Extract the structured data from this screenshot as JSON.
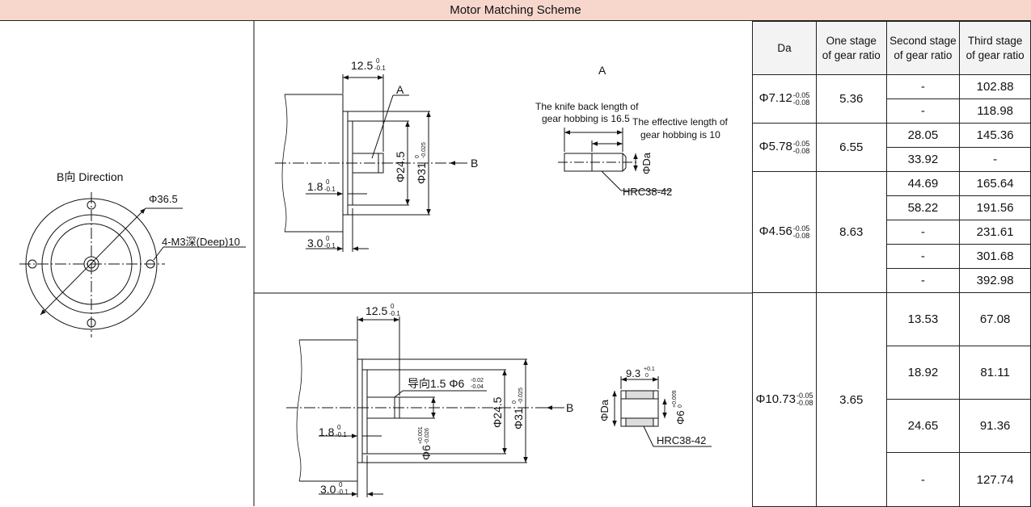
{
  "title": "Motor Matching Scheme",
  "front_view": {
    "direction_label": "B向 Direction",
    "outer_diameter": "Φ36.5",
    "hole_note": "4-M3深(Deep)10"
  },
  "top_view": {
    "length_main": "12.5",
    "length_main_tol_up": "0",
    "length_main_tol_down": "-0.1",
    "label_a": "A",
    "dia_245": "Φ24.5",
    "dia_31": "Φ31",
    "dia_31_tol_up": "0",
    "dia_31_tol_down": "-0.025",
    "dim_18": "1.8",
    "dim_18_tol_up": "0",
    "dim_18_tol_down": "-0.1",
    "dim_30": "3.0",
    "dim_30_tol_up": "0",
    "dim_30_tol_down": "-0.1",
    "arrow_b": "B"
  },
  "detail_a": {
    "title": "A",
    "knife_back_line1": "The knife back length of",
    "knife_back_line2": "gear hobbing is 16.5",
    "effective_line1": "The effective length of",
    "effective_line2": "gear hobbing is 10",
    "phi_da": "ΦDa",
    "hardness": "HRC38-42"
  },
  "bottom_view": {
    "length_main": "12.5",
    "length_main_tol_up": "0",
    "length_main_tol_down": "-0.1",
    "guide_note": "导向1.5 Φ6",
    "guide_tol_up": "-0.02",
    "guide_tol_down": "-0.04",
    "dia_245": "Φ24.5",
    "dia_31": "Φ31",
    "dia_31_tol_up": "0",
    "dia_31_tol_down": "-0.025",
    "dim_18": "1.8",
    "dim_18_tol_up": "0",
    "dim_18_tol_down": "-0.1",
    "dim_30": "3.0",
    "dim_30_tol_up": "0",
    "dim_30_tol_down": "-0.1",
    "shaft_dia": "Φ6",
    "shaft_tol_up": "+0.001",
    "shaft_tol_down": "-0.026",
    "arrow_b": "B"
  },
  "gear_detail": {
    "width": "9.3",
    "width_tol_up": "+0.1",
    "width_tol_down": "0",
    "phi_da": "ΦDa",
    "bore": "Φ6",
    "bore_tol_up": "+0.009",
    "bore_tol_down": "0",
    "hardness": "HRC38-42"
  },
  "table": {
    "headers": {
      "da": "Da",
      "one_stage_l1": "One stage",
      "one_stage_l2": "of gear ratio",
      "two_stage_l1": "Second stage",
      "two_stage_l2": "of gear ratio",
      "three_stage_l1": "Third stage",
      "three_stage_l2": "of gear ratio"
    },
    "groups": [
      {
        "da": "Φ7.12",
        "tol_up": "-0.05",
        "tol_down": "-0.08",
        "one": "5.36",
        "rows": [
          {
            "second": "-",
            "third": "102.88"
          },
          {
            "second": "-",
            "third": "118.98"
          }
        ]
      },
      {
        "da": "Φ5.78",
        "tol_up": "-0.05",
        "tol_down": "-0.08",
        "one": "6.55",
        "rows": [
          {
            "second": "28.05",
            "third": "145.36"
          },
          {
            "second": "33.92",
            "third": "-"
          }
        ]
      },
      {
        "da": "Φ4.56",
        "tol_up": "-0.05",
        "tol_down": "-0.08",
        "one": "8.63",
        "rows": [
          {
            "second": "44.69",
            "third": "165.64"
          },
          {
            "second": "58.22",
            "third": "191.56"
          },
          {
            "second": "-",
            "third": "231.61"
          },
          {
            "second": "-",
            "third": "301.68"
          },
          {
            "second": "-",
            "third": "392.98"
          }
        ]
      },
      {
        "da": "Φ10.73",
        "tol_up": "-0.05",
        "tol_down": "-0.08",
        "one": "3.65",
        "rows": [
          {
            "second": "13.53",
            "third": "67.08"
          },
          {
            "second": "18.92",
            "third": "81.11"
          },
          {
            "second": "24.65",
            "third": "91.36"
          },
          {
            "second": "-",
            "third": "127.74"
          }
        ]
      }
    ]
  }
}
